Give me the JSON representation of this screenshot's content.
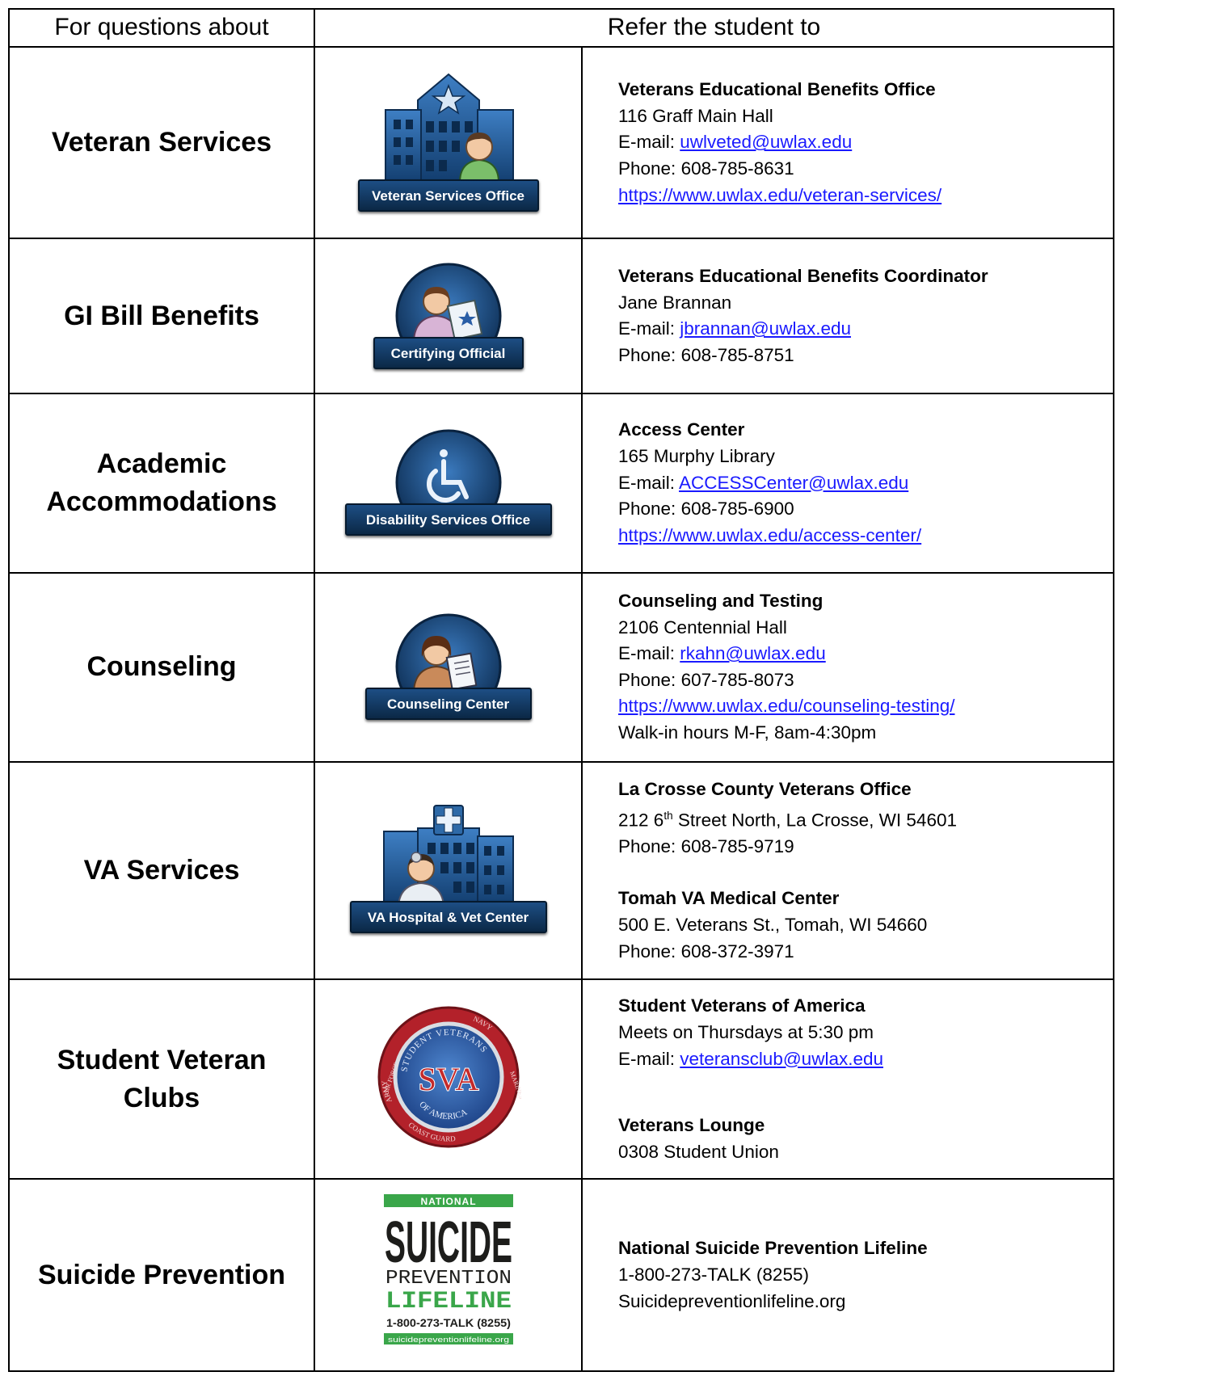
{
  "header": {
    "col1": "For questions about",
    "col2": "Refer the student to"
  },
  "rows": [
    {
      "topic": "Veteran Services",
      "icon": {
        "name": "veteran-services-office-icon",
        "label": "Veteran Services Office"
      },
      "contact": {
        "title": "Veterans Educational Benefits Office",
        "address": "116 Graff Main Hall",
        "email_label": "E-mail: ",
        "email": "uwlveted@uwlax.edu",
        "phone": "Phone: 608-785-8631",
        "url": "https://www.uwlax.edu/veteran-services/"
      }
    },
    {
      "topic": "GI Bill Benefits",
      "icon": {
        "name": "certifying-official-icon",
        "label": "Certifying Official"
      },
      "contact": {
        "title": "Veterans Educational Benefits Coordinator",
        "person": "Jane Brannan",
        "email_label": "E-mail: ",
        "email": "jbrannan@uwlax.edu",
        "phone": "Phone: 608-785-8751"
      }
    },
    {
      "topic_line1": "Academic",
      "topic_line2": "Accommodations",
      "icon": {
        "name": "disability-services-office-icon",
        "label": "Disability Services Office"
      },
      "contact": {
        "title": "Access Center",
        "address": "165 Murphy Library",
        "email_label": "E-mail: ",
        "email": "ACCESSCenter@uwlax.edu",
        "phone": "Phone: 608-785-6900",
        "url": "https://www.uwlax.edu/access-center/"
      }
    },
    {
      "topic": "Counseling",
      "icon": {
        "name": "counseling-center-icon",
        "label": "Counseling Center"
      },
      "contact": {
        "title": "Counseling and Testing",
        "address": "2106 Centennial Hall",
        "email_label": "E-mail: ",
        "email": "rkahn@uwlax.edu",
        "phone": "Phone: 607-785-8073",
        "url": "https://www.uwlax.edu/counseling-testing/",
        "hours": "Walk-in hours M-F, 8am-4:30pm"
      }
    },
    {
      "topic": "VA Services",
      "icon": {
        "name": "va-hospital-icon",
        "label": "VA Hospital & Vet Center"
      },
      "contact": {
        "title": "La Crosse County Veterans Office",
        "address_pre": "212 6",
        "address_sup": "th",
        "address_post": " Street North, La Crosse, WI 54601",
        "phone": "Phone: 608-785-9719",
        "title2": "Tomah VA Medical Center",
        "address2": "500 E. Veterans St., Tomah, WI 54660",
        "phone2": "Phone: 608-372-3971"
      }
    },
    {
      "topic_line1": "Student Veteran",
      "topic_line2": "Clubs",
      "icon": {
        "name": "sva-seal-icon",
        "center": "SVA",
        "top": "STUDENT VETERANS",
        "bottom": "OF AMERICA",
        "army": "ARMY",
        "navy": "NAVY",
        "airforce": "AIR FORCE",
        "marines": "MARINES",
        "coast": "COAST GUARD"
      },
      "contact": {
        "title": "Student Veterans of America",
        "meets": "Meets on Thursdays at 5:30 pm",
        "email_label": "E-mail: ",
        "email": "veteransclub@uwlax.edu",
        "title2": "Veterans Lounge",
        "address2": "0308 Student Union"
      }
    },
    {
      "topic": "Suicide Prevention",
      "icon": {
        "name": "suicide-prevention-lifeline-logo",
        "national": "NATIONAL",
        "suicide": "SUICIDE",
        "prevention": "PREVENTION",
        "lifeline": "LIFELINE",
        "phone": "1-800-273-TALK (8255)",
        "site": "suicidepreventionlifeline.org"
      },
      "contact": {
        "title": "National Suicide Prevention Lifeline",
        "phone": "1-800-273-TALK (8255)",
        "site": "Suicidepreventionlifeline.org"
      }
    }
  ]
}
